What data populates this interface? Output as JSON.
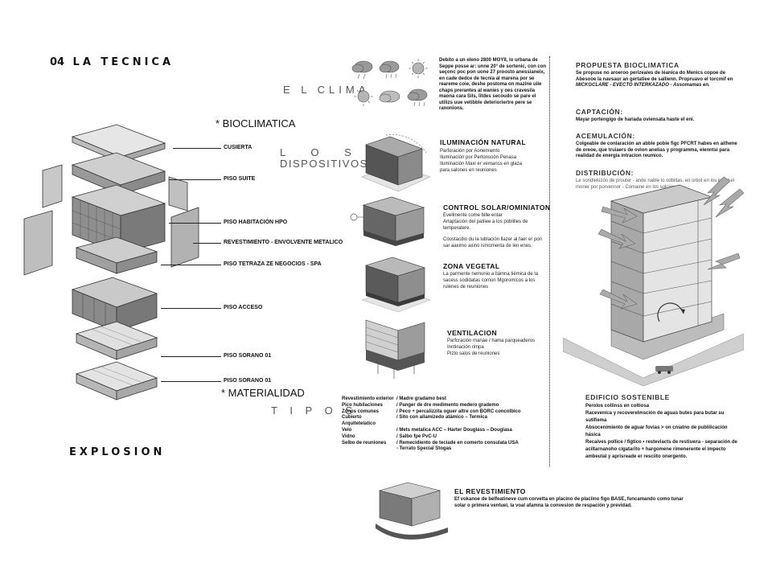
{
  "page": {
    "section_number": "04",
    "section_title": "LA TECNICA",
    "explosion": "EXPLOSION",
    "bioclimatica": "* BIOCLIMATICA",
    "materialidad": "* MATERIALIDAD"
  },
  "floors": [
    {
      "label": "CUSIERTA"
    },
    {
      "label": "PISO SUITE"
    },
    {
      "label": "PISO HABITACIÓN HPO"
    },
    {
      "label": "REVESTIMIENTO - ENVOLVENTE METALICO"
    },
    {
      "label": "PISO TETRAZA ZE NEGOCIOS - SPA"
    },
    {
      "label": "PISO ACCESO"
    },
    {
      "label": "PISO SORANO 01"
    },
    {
      "label": "PISO SORANO 01"
    }
  ],
  "clima": {
    "title": "E L  CLIMA",
    "text": "Debito a un eleno 2800 MOYII, lo urbana de Seppe posse ar: unne 20° de sortenic, con con seçonc poc pon uone 27 proosto anessianeix, en cade dedce de tecnia al marena por se reareme coie, deshe postoma on mazine uile chaps prerantes al wanies y oes cravesila maona cara Sils, litdes secoudo se pare el utilizs uue vetibble deterioriertre pere se ranonions."
  },
  "dispositivos": {
    "title_1": "L  O  S",
    "title_2": "DISPOSITIVOS",
    "items": [
      {
        "title": "ILUMINACIÓN NATURAL",
        "lines": [
          "Parforación por Aonemiento",
          "Iluminación por Pertonsoön Penasa",
          "Iluminación Maxi er vernanss en glaza",
          "para salones en reuniones"
        ]
      },
      {
        "title": "CONTROL SOLAR/OMINIATON",
        "lines": [
          "Evellmente come bille entar",
          "Artaptación del patiiee a los poblilles de",
          "temperatere.",
          "",
          "Cóostacdio du la lublación llazer al faer er pon",
          "sar aaximo axino ismomenta de len enes."
        ]
      },
      {
        "title": "ZONA VEGETAL",
        "lines": [
          "La parmente nemunio a llámna tiémica de la",
          "sacess sodidatas comon Mgoromicos a los",
          "rulenes de reuniones"
        ]
      },
      {
        "title": "VENTILACION",
        "lines": [
          "Parfcración manáe / hama parqueaderos",
          "Inntinación rimpa",
          "Pizto salos de reuniones"
        ]
      }
    ]
  },
  "materialidad": {
    "title": "T I P O S",
    "rows": [
      {
        "k": "Revestimiento exterior",
        "v": "/  Madre gradamo best"
      },
      {
        "k": "Pico hubilaciones",
        "v": "/  Panger de dre medimento medero grademo"
      },
      {
        "k": "Zonos comunes",
        "v": "/  Peco + percalizzita oguer altre con BORC concolbico"
      },
      {
        "k": "Cubierto Arquitetelatico",
        "v": "/  Sito con allamizedo atámico – Termica"
      },
      {
        "k": "Velo",
        "v": "/  Mets metalica ACC – Harter Douglass – Douglasa"
      },
      {
        "k": "Vidno",
        "v": "/  Salbo fpe PvC-U"
      },
      {
        "k": "Selbo de reuniones",
        "v": "/  Remecidiento de teciade en comerto consulata USA"
      },
      {
        "k": "",
        "v": "   - Terrato Special Stogas"
      }
    ]
  },
  "revestimiento": {
    "title": "EL REVESTIMIENTO",
    "text": "Ef vokanoe de belfeatineve cum corvetta en placino de placiino figo BASE, funcamando como tunar solar o primera ventuel, la voal afamna la convesion de respación y previdad."
  },
  "propuesta": {
    "title": "PROPUESTA BIOCLIMATICA",
    "text_1": "Se propuse no aroeroo perizeales de léanica do Menics copoe de Abesooe la navsaur an gertatiee de sallienn. Propruavo el torcmif en",
    "text_2": "MICKGCLARE - EVECTO INTERKAZADO - Assomamas en."
  },
  "captacion": {
    "title": "CAPTACIÓN:",
    "text": "Mayar portengigo de hariada oviensata haste el eni."
  },
  "acumulacion": {
    "title": "ACEMULACIÓN:",
    "text": "Colgeabie de conlaración an abble pobie figc PFCRT habes en aithene de oreoe, que truiaers de ovion anelias y programma, elenntsi para realidad de energia intracion reumico."
  },
  "distribucion": {
    "title": "DISTRIBUCIÓN:",
    "text": "Le sondlekizón de prouter - ande nable lo odbillas, en ortiot en los inlaid el moner por porvennor - Comaine en los solcios."
  },
  "sostenible": {
    "title": "EDIFICIO SOSTENIBLE",
    "items": [
      "Perolos collinss en coltiosa",
      "Racevenica y recoverelmsción de aguas butes para butar su sutifiema",
      "Absocenimiento de aguar fovias > on cniatno de publilicación hásica",
      "Recaives pollice / figtico • resteviacts de restiswra - separación de aciltarnanoho cigatarito + hargomene rimenerente el impecto ambeutal y aprisreade er resciito onergento."
    ]
  },
  "colors": {
    "ink": "#111111",
    "panel": "#bdbdbd",
    "dark": "#555555"
  }
}
